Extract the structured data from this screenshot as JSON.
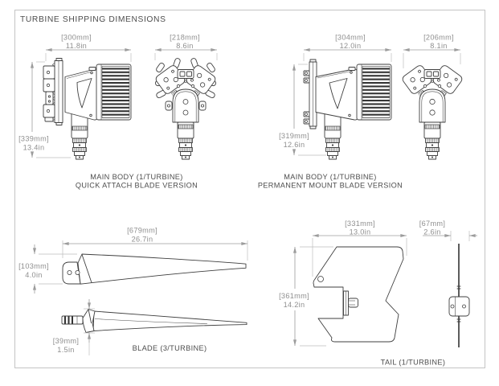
{
  "title": "TURBINE SHIPPING DIMENSIONS",
  "colors": {
    "drawing_line": "#3f3f3f",
    "dimension_line": "#9c9c9c",
    "dimension_text": "#8f8f8f",
    "caption_text": "#4d4d4d",
    "border": "#c4c4c4",
    "background": "#ffffff"
  },
  "views": {
    "quick_attach": {
      "caption1": "MAIN BODY (1/TURBINE)",
      "caption2": "QUICK ATTACH BLADE VERSION",
      "dim_width_side_mm": "[300mm]",
      "dim_width_side_in": "11.8in",
      "dim_width_front_mm": "[218mm]",
      "dim_width_front_in": "8.6in",
      "dim_height_mm": "[339mm]",
      "dim_height_in": "13.4in"
    },
    "permanent_mount": {
      "caption1": "MAIN BODY (1/TURBINE)",
      "caption2": "PERMANENT MOUNT BLADE VERSION",
      "dim_width_side_mm": "[304mm]",
      "dim_width_side_in": "12.0in",
      "dim_width_front_mm": "[206mm]",
      "dim_width_front_in": "8.1in",
      "dim_height_mm": "[319mm]",
      "dim_height_in": "12.6in"
    },
    "blade": {
      "caption": "BLADE (3/TURBINE)",
      "dim_length_mm": "[679mm]",
      "dim_length_in": "26.7in",
      "dim_height_mm": "[103mm]",
      "dim_height_in": "4.0in",
      "dim_thickness_mm": "[39mm]",
      "dim_thickness_in": "1.5in"
    },
    "tail": {
      "caption": "TAIL (1/TURBINE)",
      "dim_width_mm": "[331mm]",
      "dim_width_in": "13.0in",
      "dim_depth_mm": "[67mm]",
      "dim_depth_in": "2.6in",
      "dim_height_mm": "[361mm]",
      "dim_height_in": "14.2in"
    }
  }
}
